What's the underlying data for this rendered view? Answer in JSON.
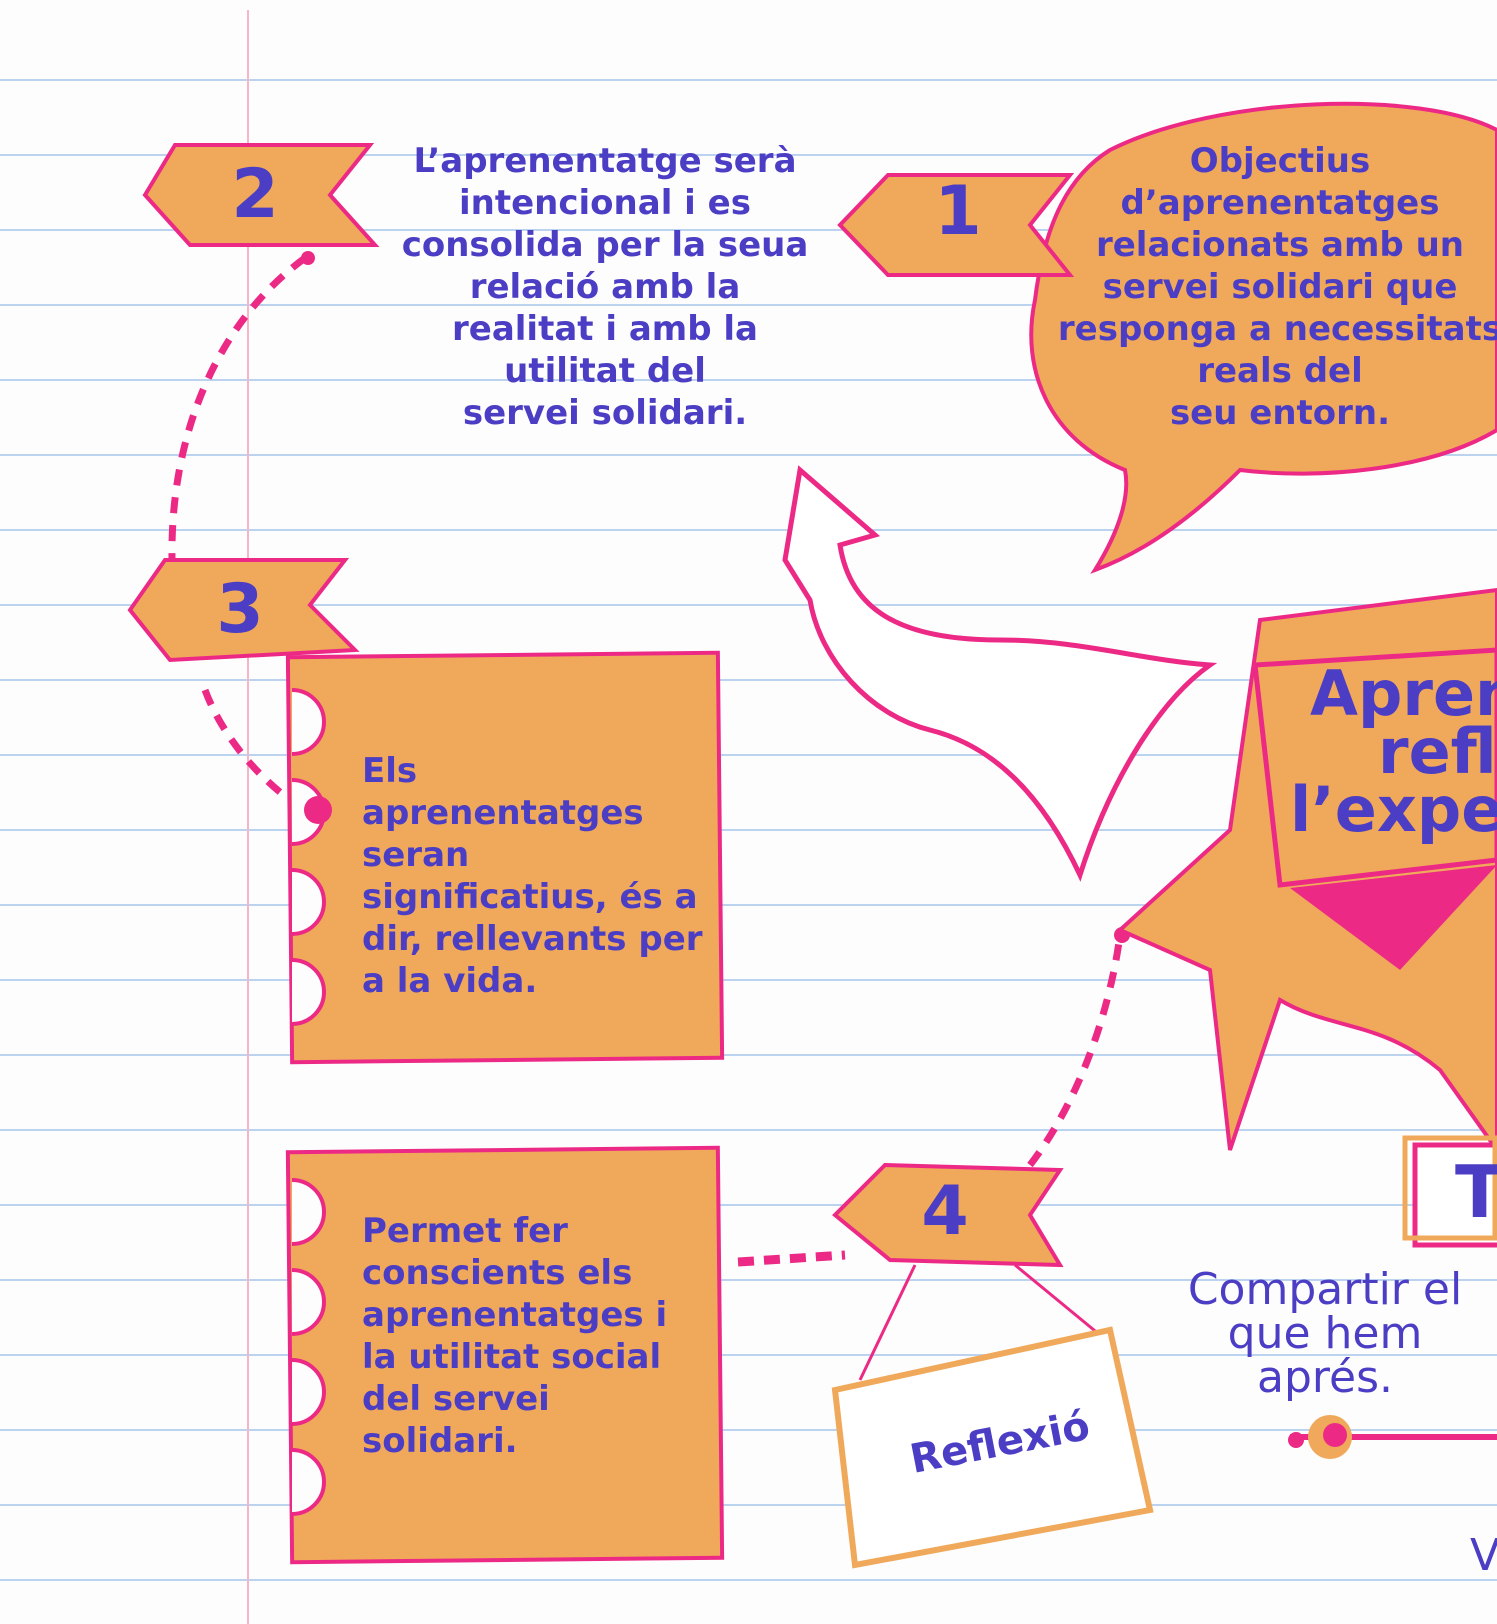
{
  "step_1": {
    "number": "1",
    "text": [
      "Objectius",
      "d’aprenentatges",
      "relacionats amb un",
      "servei solidari que",
      "responga a necessitats",
      "reals del",
      "seu entorn."
    ]
  },
  "step_2": {
    "number": "2",
    "text": [
      "L’aprenentatge serà",
      "intencional i es",
      "consolida per la seua",
      "relació amb la",
      "realitat i amb la",
      "utilitat del",
      "servei solidari."
    ]
  },
  "step_3": {
    "number": "3",
    "text": [
      "Els",
      "aprenentatges",
      "seran",
      "significatius, és a",
      "dir, rellevants per",
      "a  la vida."
    ]
  },
  "step_4": {
    "number": "4",
    "text": [
      "Permet fer",
      "conscients els",
      "aprenentatges i",
      "la utilitat social",
      "del servei",
      "solidari."
    ],
    "sign_label": "Reflexió"
  },
  "center_title": [
    "Apren",
    "refle",
    "l’exper"
  ],
  "right_box_letter": "T",
  "share_text": [
    "Compartir el",
    "que hem",
    "aprés."
  ],
  "bottom_right_letter": "V",
  "colors": {
    "orange": "#f0a95a",
    "pink": "#ec2a86",
    "text": "#4b3ec4",
    "line": "#bcd3f0",
    "margin": "#f7b5c8"
  }
}
